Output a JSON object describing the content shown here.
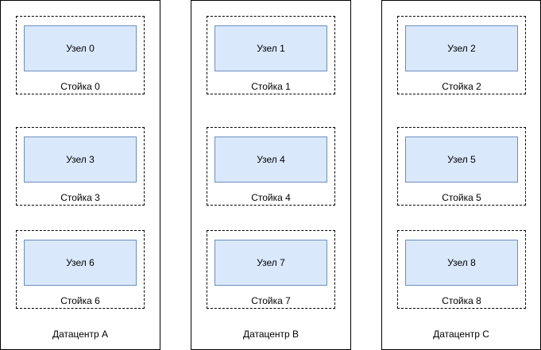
{
  "colors": {
    "background": "#ffffff",
    "line": "#000000",
    "node_fill": "#dae8fc",
    "node_border": "#6c8ebf"
  },
  "datacenters": [
    {
      "label": "Датацентр A",
      "racks": [
        {
          "rack_label": "Стойка 0",
          "node_label": "Узел 0"
        },
        {
          "rack_label": "Стойка 3",
          "node_label": "Узел 3"
        },
        {
          "rack_label": "Стойка 6",
          "node_label": "Узел 6"
        }
      ]
    },
    {
      "label": "Датацентр B",
      "racks": [
        {
          "rack_label": "Стойка 1",
          "node_label": "Узел 1"
        },
        {
          "rack_label": "Стойка 4",
          "node_label": "Узел 4"
        },
        {
          "rack_label": "Стойка 7",
          "node_label": "Узел 7"
        }
      ]
    },
    {
      "label": "Датацентр C",
      "racks": [
        {
          "rack_label": "Стойка 2",
          "node_label": "Узел 2"
        },
        {
          "rack_label": "Стойка 5",
          "node_label": "Узел 5"
        },
        {
          "rack_label": "Стойка 8",
          "node_label": "Узел 8"
        }
      ]
    }
  ]
}
